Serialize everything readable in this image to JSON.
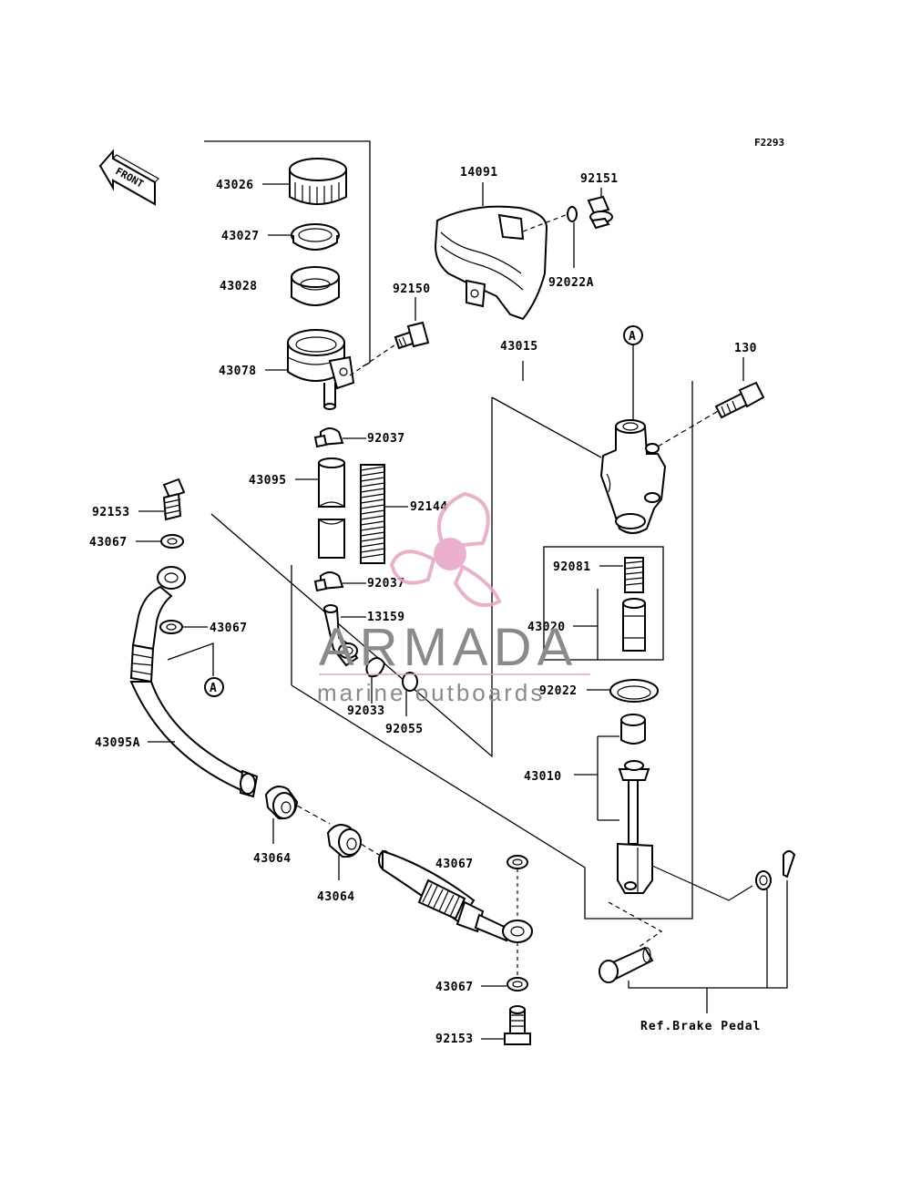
{
  "diagram": {
    "code": "F2293",
    "front_label": "FRONT",
    "circle_ref": "A",
    "ref_note": "Ref.Brake Pedal",
    "parts": {
      "p43026": "43026",
      "p43027": "43027",
      "p43028": "43028",
      "p43078": "43078",
      "p14091": "14091",
      "p92151": "92151",
      "p92022A": "92022A",
      "p92150": "92150",
      "p43015": "43015",
      "p130": "130",
      "p92037a": "92037",
      "p43095": "43095",
      "p92144": "92144",
      "p92037b": "92037",
      "p13159": "13159",
      "p92033": "92033",
      "p92055": "92055",
      "p92153a": "92153",
      "p43067a": "43067",
      "p43067b": "43067",
      "p43095A": "43095A",
      "p43064a": "43064",
      "p43064b": "43064",
      "p43067c": "43067",
      "p43067d": "43067",
      "p92153b": "92153",
      "p92081": "92081",
      "p43020": "43020",
      "p92022": "92022",
      "p43010": "43010"
    }
  },
  "watermark": {
    "brand": "ARMADA",
    "tagline": "marine outboards",
    "logo_color": "#e8a3c4",
    "text_color": "#8a8a8a"
  }
}
